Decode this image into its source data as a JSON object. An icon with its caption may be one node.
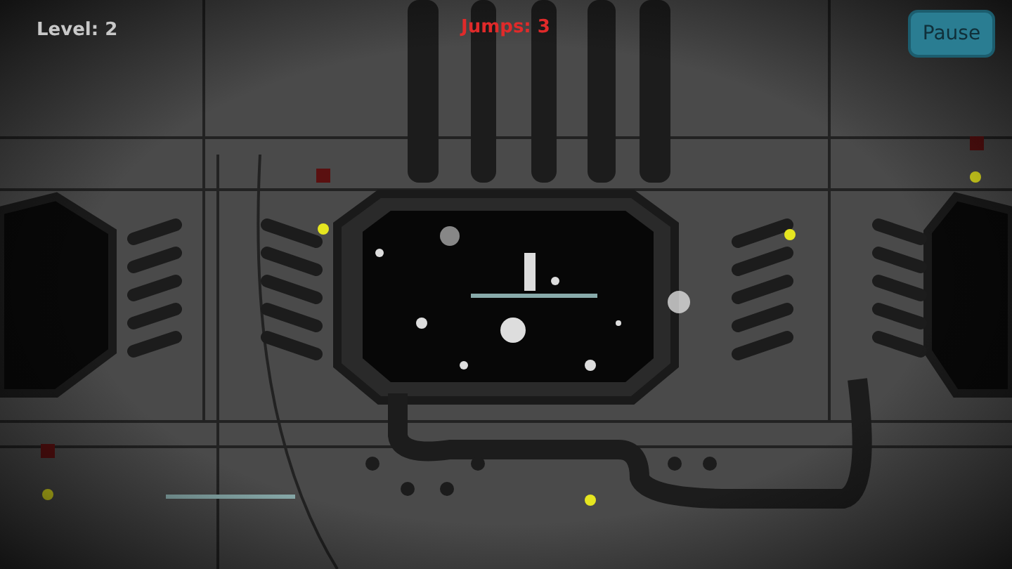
{
  "diagram": {
    "nodes": [
      {
        "text": [
          "Pause"
        ]
      }
    ],
    "labels": [
      "Level: 2",
      "Jumps: 3"
    ]
  }
}
